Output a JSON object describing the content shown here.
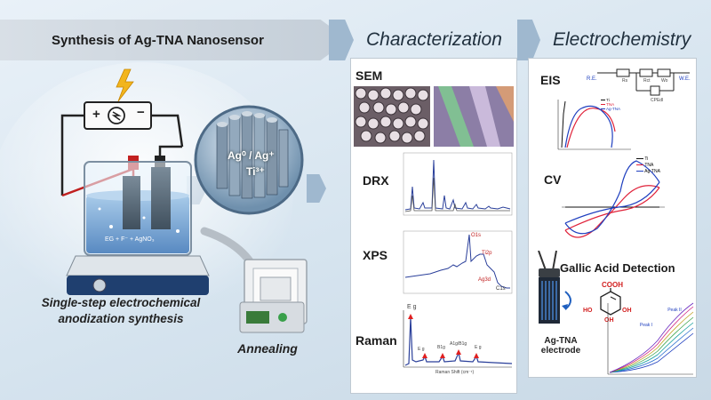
{
  "left": {
    "title": "Synthesis of Ag-TNA Nanosensor",
    "caption": "Single-step electrochemical anodization synthesis",
    "annealing": "Annealing",
    "beaker_label": "EG + F⁻ + AgNO₃",
    "zoom_labels": {
      "ag": "Ag⁰ / Ag⁺",
      "ti": "Ti³⁺"
    },
    "circuit_symbols": {
      "plus": "+",
      "minus": "−"
    }
  },
  "characterization": {
    "title": "Characterization",
    "sem": "SEM",
    "drx": "DRX",
    "xps": "XPS",
    "raman": "Raman",
    "raman_xlabel": "Raman Shift (cm⁻¹)",
    "raman_peaks": [
      "E g",
      "E g",
      "B1g",
      "A1g/B1g",
      "E g"
    ],
    "xps_peaks": [
      "O1s",
      "Ti2p",
      "Ag3d",
      "C1s"
    ]
  },
  "electrochemistry": {
    "title": "Electrochemistry",
    "eis": "EIS",
    "cv": "CV",
    "gallic": "Gallic Acid Detection",
    "circuit": {
      "re": "R.E.",
      "we": "W.E.",
      "rs": "Rs",
      "rct": "Rct",
      "wo": "Wo",
      "cpe": "CPEdl"
    },
    "eis_legend": [
      "Ti",
      "TNA",
      "Ag-TNA"
    ],
    "cv_legend": [
      "Ti",
      "TNA",
      "Ag-TNA"
    ],
    "electrode": "Ag-TNA electrode",
    "molecule": {
      "cooh": "COOH",
      "oh1": "HO",
      "oh2": "OH",
      "oh3": "OH"
    },
    "peak1": "Peak I",
    "peak2": "Peak II"
  },
  "colors": {
    "ti": "#111111",
    "tna": "#e0223a",
    "agtna": "#1f3fbf",
    "cooh": "#d21f1f"
  }
}
